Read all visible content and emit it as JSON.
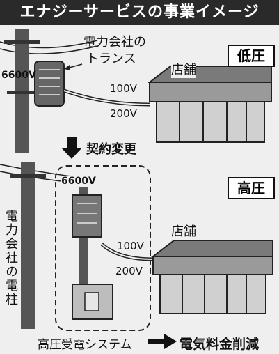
{
  "title": "エナジーサービスの事業イメージ",
  "top": {
    "transformer_label_1": "電力会社の",
    "transformer_label_2": "トランス",
    "voltage_pole": "6600V",
    "voltage_100": "100V",
    "voltage_200": "200V",
    "store": "店舗",
    "tag": "低圧"
  },
  "middle": {
    "arrow_label": "契約変更"
  },
  "bottom": {
    "voltage_pole": "6600V",
    "voltage_100": "100V",
    "voltage_200": "200V",
    "store": "店舗",
    "tag": "高圧",
    "pole_label": "電力会社の電柱"
  },
  "footer": {
    "system": "高圧受電システム",
    "result": "電気料金削減"
  }
}
